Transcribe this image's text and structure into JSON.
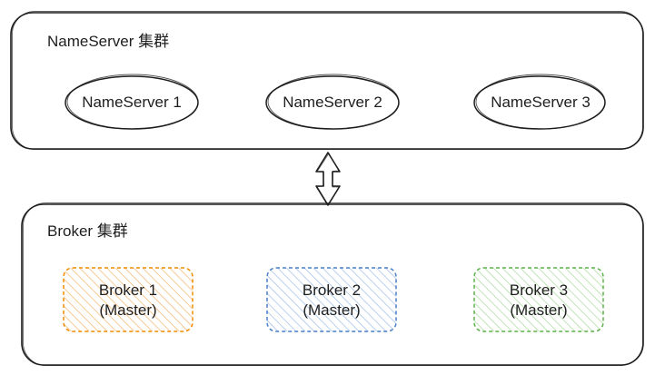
{
  "nameserver_cluster": {
    "title": "NameServer 集群",
    "nodes": [
      {
        "label": "NameServer 1"
      },
      {
        "label": "NameServer 2"
      },
      {
        "label": "NameServer 3"
      }
    ]
  },
  "broker_cluster": {
    "title": "Broker 集群",
    "nodes": [
      {
        "name": "Broker 1",
        "role": "(Master)",
        "color": "#f08c00",
        "fill": "#ffe8cc"
      },
      {
        "name": "Broker 2",
        "role": "(Master)",
        "color": "#4a7fc6",
        "fill": "#d0e1f5"
      },
      {
        "name": "Broker 3",
        "role": "(Master)",
        "color": "#5fb14c",
        "fill": "#d3efcb"
      }
    ]
  },
  "connector": {
    "type": "bidirectional-arrow"
  },
  "colors": {
    "stroke": "#1e1e1e"
  }
}
